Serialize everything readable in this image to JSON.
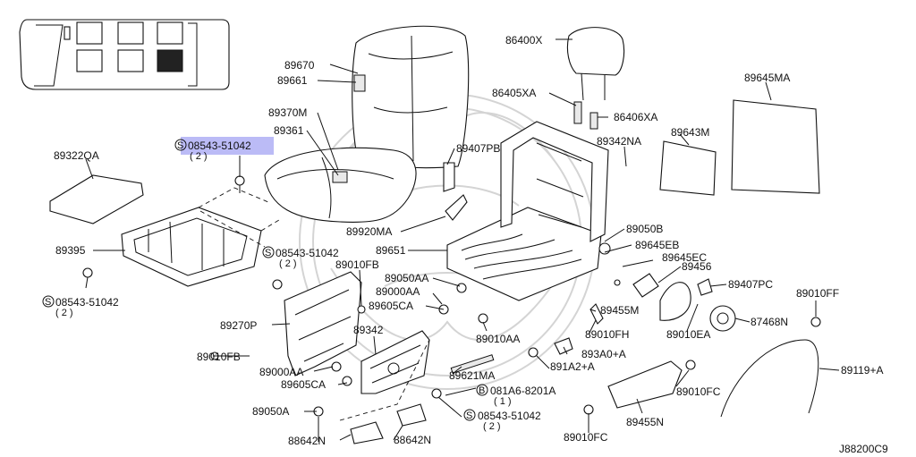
{
  "diagram_code": "J88200C9",
  "highlighted_label": "08543-51042",
  "labels": [
    {
      "id": "l-86400x",
      "text": "86400X"
    },
    {
      "id": "l-89670",
      "text": "89670"
    },
    {
      "id": "l-89661",
      "text": "89661"
    },
    {
      "id": "l-86405xa",
      "text": "86405XA"
    },
    {
      "id": "l-86406xa",
      "text": "86406XA"
    },
    {
      "id": "l-89645ma",
      "text": "89645MA"
    },
    {
      "id": "l-89370m",
      "text": "89370M"
    },
    {
      "id": "l-89361",
      "text": "89361"
    },
    {
      "id": "l-89643m",
      "text": "89643M"
    },
    {
      "id": "l-89342na",
      "text": "89342NA"
    },
    {
      "id": "l-08543-hl",
      "text": "08543-51042",
      "circle": "S",
      "qty": "( 2 )"
    },
    {
      "id": "l-89407pb",
      "text": "89407PB"
    },
    {
      "id": "l-89322qa",
      "text": "89322QA"
    },
    {
      "id": "l-89920ma",
      "text": "89920MA"
    },
    {
      "id": "l-89050b",
      "text": "89050B"
    },
    {
      "id": "l-89651",
      "text": "89651"
    },
    {
      "id": "l-89645eb",
      "text": "89645EB"
    },
    {
      "id": "l-89395",
      "text": "89395"
    },
    {
      "id": "l-08543-2",
      "text": "08543-51042",
      "circle": "S",
      "qty": "( 2 )"
    },
    {
      "id": "l-89645ec",
      "text": "89645EC"
    },
    {
      "id": "l-89010fb-top",
      "text": "89010FB"
    },
    {
      "id": "l-89456",
      "text": "89456"
    },
    {
      "id": "l-89050aa",
      "text": "89050AA"
    },
    {
      "id": "l-89407pc",
      "text": "89407PC"
    },
    {
      "id": "l-89010ff",
      "text": "89010FF"
    },
    {
      "id": "l-89000aa-1",
      "text": "89000AA"
    },
    {
      "id": "l-08543-3",
      "text": "08543-51042",
      "circle": "S",
      "qty": "( 2 )"
    },
    {
      "id": "l-89605ca-1",
      "text": "89605CA"
    },
    {
      "id": "l-89455m",
      "text": "89455M"
    },
    {
      "id": "l-87468n",
      "text": "87468N"
    },
    {
      "id": "l-89270p",
      "text": "89270P"
    },
    {
      "id": "l-89342",
      "text": "89342"
    },
    {
      "id": "l-89010ea",
      "text": "89010EA"
    },
    {
      "id": "l-89010aa",
      "text": "89010AA"
    },
    {
      "id": "l-89010fh",
      "text": "89010FH"
    },
    {
      "id": "l-893a0a",
      "text": "893A0+A"
    },
    {
      "id": "l-89010fb-left",
      "text": "89010FB"
    },
    {
      "id": "l-891a2a",
      "text": "891A2+A"
    },
    {
      "id": "l-89000aa-2",
      "text": "89000AA"
    },
    {
      "id": "l-89119a",
      "text": "89119+A"
    },
    {
      "id": "l-89621ma",
      "text": "89621MA"
    },
    {
      "id": "l-89605ca-2",
      "text": "89605CA"
    },
    {
      "id": "l-081a6",
      "text": "081A6-8201A",
      "circle": "B",
      "qty": "( 1 )"
    },
    {
      "id": "l-89010fc-1",
      "text": "89010FC"
    },
    {
      "id": "l-89050a",
      "text": "89050A"
    },
    {
      "id": "l-08543-4",
      "text": "08543-51042",
      "circle": "S",
      "qty": "( 2 )"
    },
    {
      "id": "l-89455n",
      "text": "89455N"
    },
    {
      "id": "l-88642n-1",
      "text": "88642N"
    },
    {
      "id": "l-88642n-2",
      "text": "88642N"
    },
    {
      "id": "l-89010fc-2",
      "text": "89010FC"
    }
  ],
  "colors": {
    "highlight": "#8e8ef0",
    "ink": "#111111",
    "watermark": "#d4d4d4"
  }
}
